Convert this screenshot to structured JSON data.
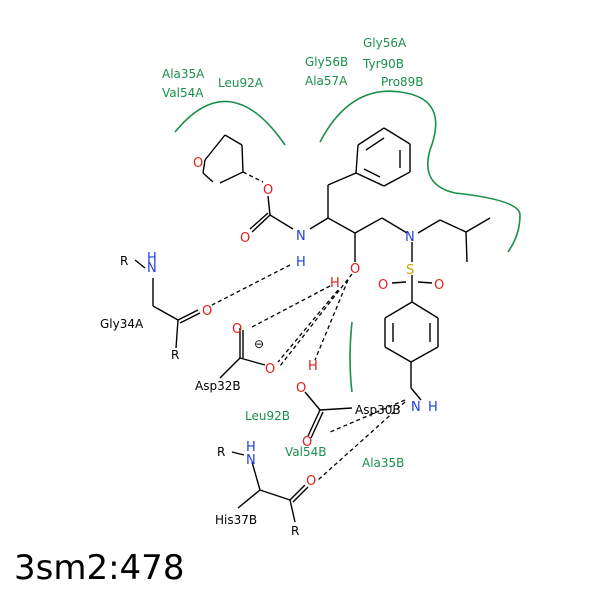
{
  "pdb_label": "3sm2:478",
  "residues": {
    "ala35a": "Ala35A",
    "val54a": "Val54A",
    "leu92a": "Leu92A",
    "gly56b": "Gly56B",
    "ala57a": "Ala57A",
    "gly56a": "Gly56A",
    "tyr90b": "Tyr90B",
    "pro89b": "Pro89B",
    "gly34a": "Gly34A",
    "asp32b": "Asp32B",
    "leu92b": "Leu92B",
    "val54b": "Val54B",
    "asp30b": "Asp30B",
    "ala35b": "Ala35B",
    "his37b": "His37B"
  },
  "atoms": {
    "O": "O",
    "N": "N",
    "H": "H",
    "S": "S",
    "R": "R",
    "minus": "⊖"
  },
  "colors": {
    "residue": "#1a8f4a",
    "nitrogen": "#1f3fd6",
    "oxygen": "#e0201b",
    "sulfur": "#c8a400"
  }
}
